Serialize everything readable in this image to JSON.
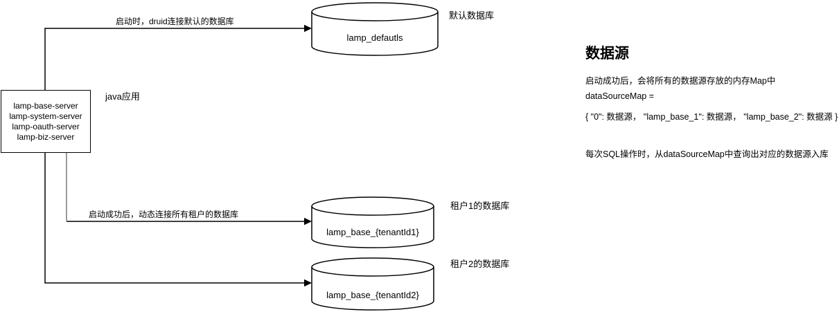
{
  "diagram": {
    "app_box": {
      "lines": [
        "lamp-base-server",
        "lamp-system-server",
        "lamp-oauth-server",
        "lamp-biz-server"
      ],
      "label": "java应用"
    },
    "connectors": {
      "default_db_label": "启动时，druid连接默认的数据库",
      "tenant_db_label": "启动成功后，动态连接所有租户的数据库"
    },
    "databases": [
      {
        "name": "lamp_defautls",
        "label": "默认数据库"
      },
      {
        "name": "lamp_base_{tenantId1}",
        "label": "租户1的数据库"
      },
      {
        "name": "lamp_base_{tenantId2}",
        "label": "租户2的数据库"
      }
    ]
  },
  "notes": {
    "title": "数据源",
    "line1": "启动成功后，会将所有的数据源存放的内存Map中",
    "line2": "dataSourceMap =",
    "line3": "{ \"0\": 数据源， \"lamp_base_1\": 数据源， \"lamp_base_2\": 数据源 }",
    "line4": "每次SQL操作时，从dataSourceMap中查询出对应的数据源入库"
  },
  "colors": {
    "stroke": "#000000",
    "gray_connector": "#999999",
    "background": "#ffffff"
  }
}
